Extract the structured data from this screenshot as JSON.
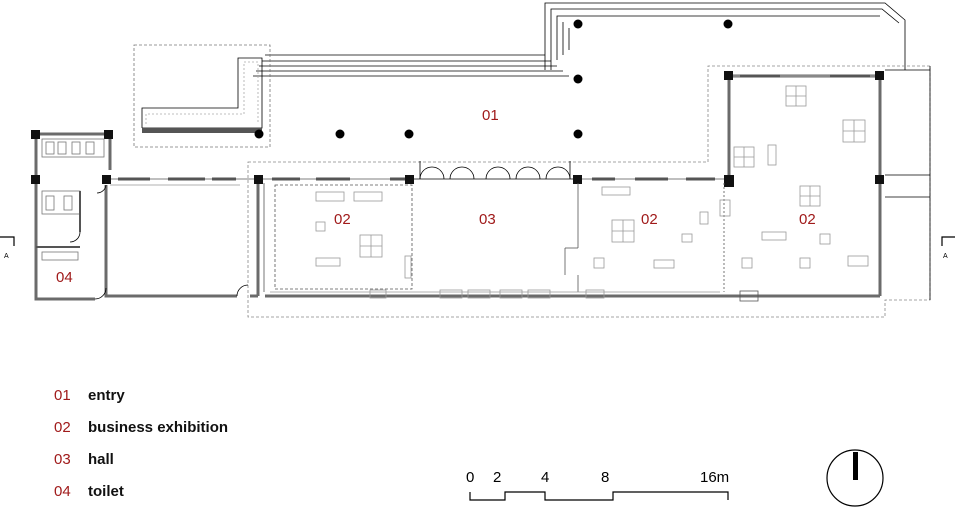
{
  "rooms": {
    "entry": "01",
    "exhibition_a": "02",
    "hall": "03",
    "exhibition_b": "02",
    "exhibition_c": "02",
    "toilet": "04"
  },
  "legend": [
    {
      "num": "01",
      "label": "entry"
    },
    {
      "num": "02",
      "label": "business exhibition"
    },
    {
      "num": "03",
      "label": "hall"
    },
    {
      "num": "04",
      "label": "toilet"
    }
  ],
  "section_marker_left": "A",
  "section_marker_right": "A",
  "scale_bar": {
    "ticks": [
      "0",
      "2",
      "4",
      "8",
      "16m"
    ]
  },
  "north_arrow": "north-arrow-icon",
  "colors": {
    "room_label": "#a01a1a",
    "wall": "#6b6b6b",
    "line": "#000000"
  }
}
